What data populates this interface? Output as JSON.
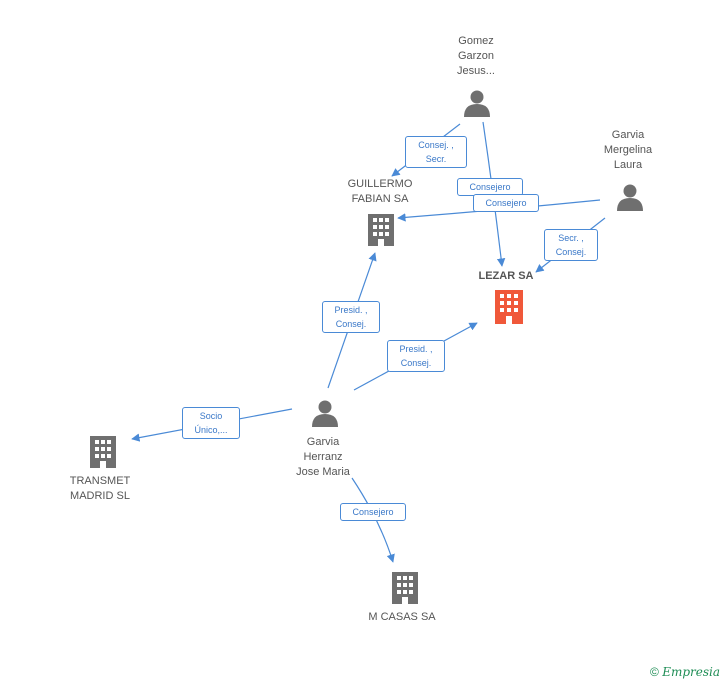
{
  "nodes": {
    "gomez": {
      "label": "Gomez\nGarzon\nJesus...",
      "kind": "person"
    },
    "mergelina": {
      "label": "Garvia\nMergelina\nLaura",
      "kind": "person"
    },
    "guillermo": {
      "label": "GUILLERMO\nFABIAN SA",
      "kind": "company"
    },
    "lezar": {
      "label": "LEZAR SA",
      "kind": "company-target"
    },
    "herranz": {
      "label": "Garvia\nHerranz\nJose Maria",
      "kind": "person"
    },
    "transmet": {
      "label": "TRANSMET\nMADRID SL",
      "kind": "company"
    },
    "mcasas": {
      "label": "M CASAS SA",
      "kind": "company"
    }
  },
  "edges": {
    "gomez_guillermo": "Consej. ,\nSecr.",
    "gomez_lezar": "Consejero",
    "mergelina_guillermo": "Consejero",
    "mergelina_lezar": "Secr. ,\nConsej.",
    "herranz_guillermo": "Presid. ,\nConsej.",
    "herranz_lezar": "Presid. ,\nConsej.",
    "herranz_transmet": "Socio\nÚnico,...",
    "herranz_mcasas": "Consejero"
  },
  "colors": {
    "edge": "#4a8ad6",
    "icon": "#6f6f6f",
    "target": "#f0583a"
  },
  "footer": {
    "copyright": "©",
    "brand": "Empresia"
  }
}
